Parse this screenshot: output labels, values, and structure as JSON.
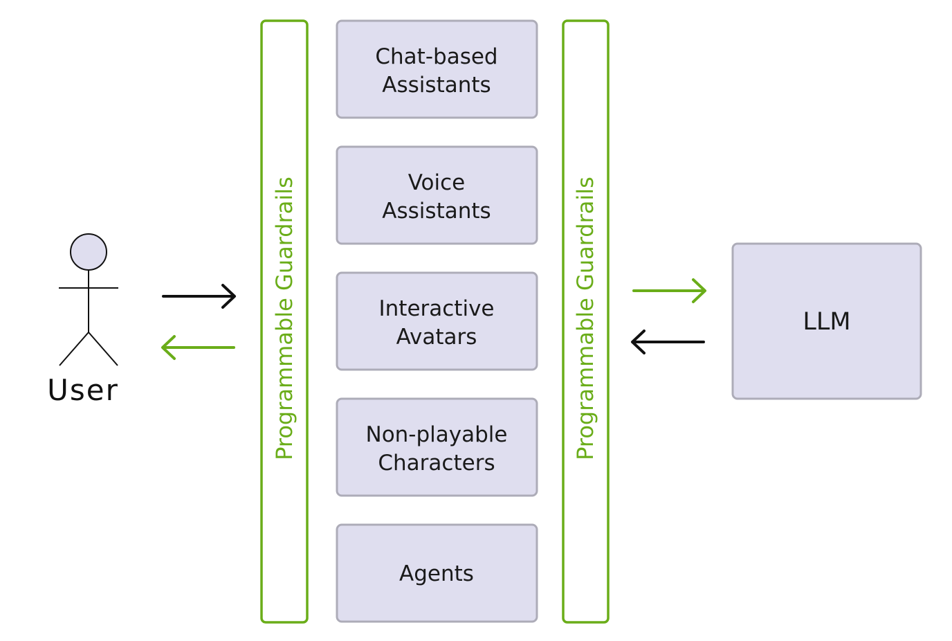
{
  "actor": {
    "label": "User"
  },
  "rails": {
    "left": {
      "label": "Programmable Guardrails"
    },
    "right": {
      "label": "Programmable Guardrails"
    }
  },
  "applications": [
    {
      "line1": "Chat-based",
      "line2": "Assistants"
    },
    {
      "line1": "Voice",
      "line2": "Assistants"
    },
    {
      "line1": "Interactive",
      "line2": "Avatars"
    },
    {
      "line1": "Non-playable",
      "line2": "Characters"
    },
    {
      "line1": "Agents"
    }
  ],
  "model": {
    "label": "LLM"
  },
  "colors": {
    "guardrail": "#6aad19",
    "box_fill": "#dfdeef",
    "box_stroke": "#adacb8",
    "ink": "#111111"
  }
}
